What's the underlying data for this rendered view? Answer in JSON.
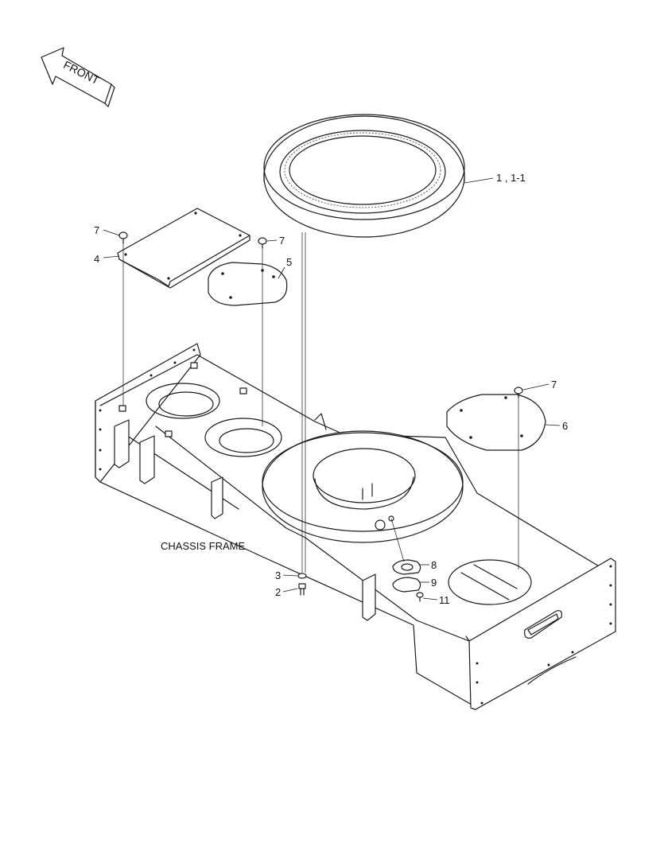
{
  "orientation": {
    "label": "FRONT"
  },
  "frame_label": "CHASSIS FRAME",
  "callouts": [
    {
      "id": "item-1",
      "text": "1 , 1-1"
    },
    {
      "id": "item-2",
      "text": "2"
    },
    {
      "id": "item-3",
      "text": "3"
    },
    {
      "id": "item-4",
      "text": "4"
    },
    {
      "id": "item-5",
      "text": "5"
    },
    {
      "id": "item-6",
      "text": "6"
    },
    {
      "id": "item-7a",
      "text": "7"
    },
    {
      "id": "item-7b",
      "text": "7"
    },
    {
      "id": "item-7c",
      "text": "7"
    },
    {
      "id": "item-8",
      "text": "8"
    },
    {
      "id": "item-9",
      "text": "9"
    },
    {
      "id": "item-11",
      "text": "11"
    }
  ]
}
